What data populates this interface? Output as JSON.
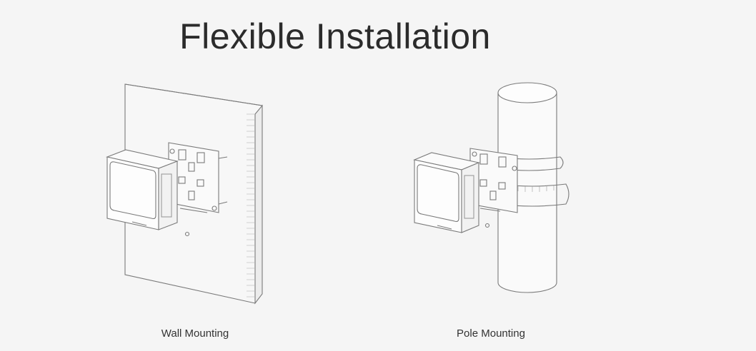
{
  "header": {
    "title": "Flexible Installation"
  },
  "wall_mounting": {
    "caption": "Wall Mounting"
  },
  "pole_mounting": {
    "caption": "Pole Mounting"
  },
  "colors": {
    "background": "#f5f5f5",
    "line": "#6b6b6b",
    "title": "#2b2b2b"
  }
}
